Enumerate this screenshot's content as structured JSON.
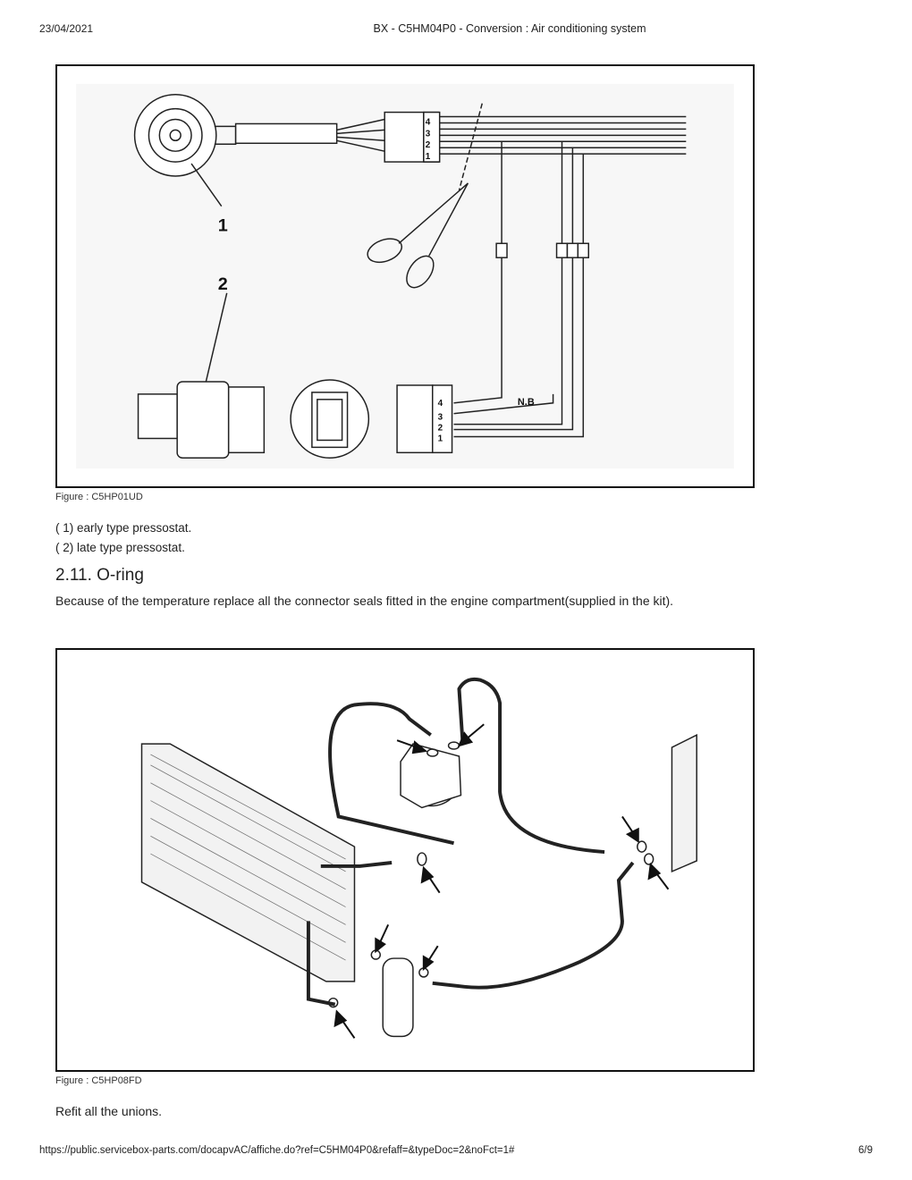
{
  "header": {
    "date": "23/04/2021",
    "title": "BX - C5HM04P0 - Conversion : Air conditioning system"
  },
  "figure1": {
    "caption": "Figure : C5HP01UD",
    "label_1": "1",
    "label_2": "2",
    "pins": [
      "4",
      "3",
      "2",
      "1"
    ],
    "nb_label": "N.B"
  },
  "legend": [
    "( 1) early type pressostat.",
    "( 2) late type pressostat."
  ],
  "section": {
    "title": "2.11. O-ring",
    "text": "Because of the temperature replace all the connector seals fitted in the engine compartment(supplied in the kit)."
  },
  "figure2": {
    "caption": "Figure : C5HP08FD"
  },
  "closing_text": "Refit all the unions.",
  "footer": {
    "url": "https://public.servicebox-parts.com/docapvAC/affiche.do?ref=C5HM04P0&refaff=&typeDoc=2&noFct=1#",
    "page": "6/9"
  }
}
